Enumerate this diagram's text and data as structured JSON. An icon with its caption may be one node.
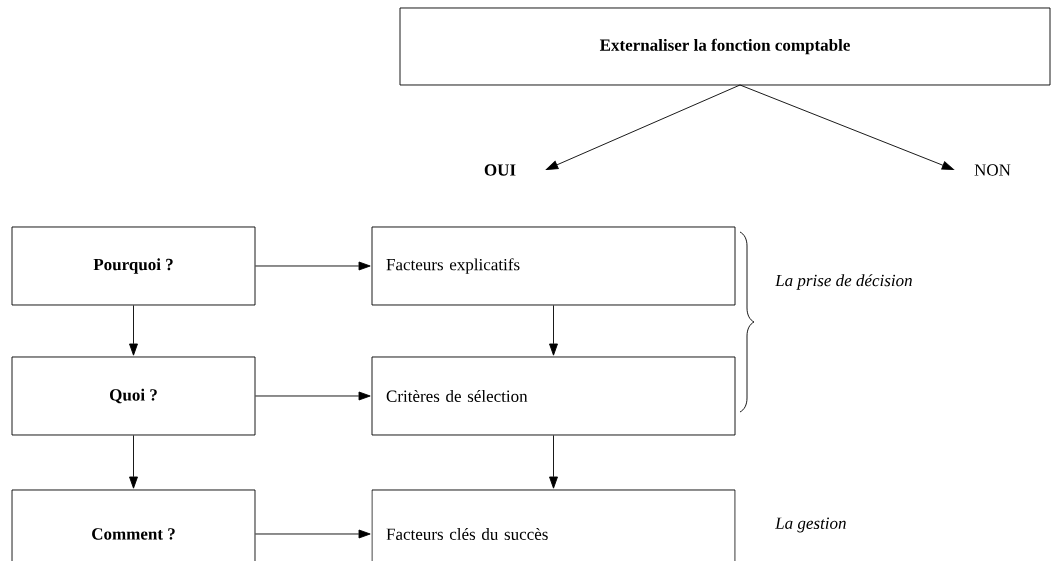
{
  "diagram": {
    "nodes": [
      {
        "text": [
          "Externaliser la fonction comptable"
        ]
      },
      {
        "text": [
          "OUI"
        ]
      },
      {
        "text": [
          "NON"
        ]
      },
      {
        "text": [
          "Pourquoi ?"
        ]
      },
      {
        "text": [
          "Facteurs explicatifs"
        ]
      },
      {
        "text": [
          "Quoi ?"
        ]
      },
      {
        "text": [
          "Critères de sélection"
        ]
      },
      {
        "text": [
          "Comment ?"
        ]
      },
      {
        "text": [
          "Facteurs clés du succès"
        ]
      }
    ],
    "edges": [
      {
        "from": 0,
        "to": 1,
        "arrow": "to"
      },
      {
        "from": 0,
        "to": 2,
        "arrow": "to"
      },
      {
        "from": 3,
        "to": 4,
        "arrow": "to"
      },
      {
        "from": 3,
        "to": 5,
        "arrow": "to"
      },
      {
        "from": 4,
        "to": 6,
        "arrow": "to"
      },
      {
        "from": 5,
        "to": 6,
        "arrow": "to"
      },
      {
        "from": 5,
        "to": 7,
        "arrow": "to"
      },
      {
        "from": 6,
        "to": 8,
        "arrow": "to"
      },
      {
        "from": 7,
        "to": 8,
        "arrow": "to"
      }
    ],
    "labels": [
      "La prise de décision",
      "La gestion"
    ]
  }
}
